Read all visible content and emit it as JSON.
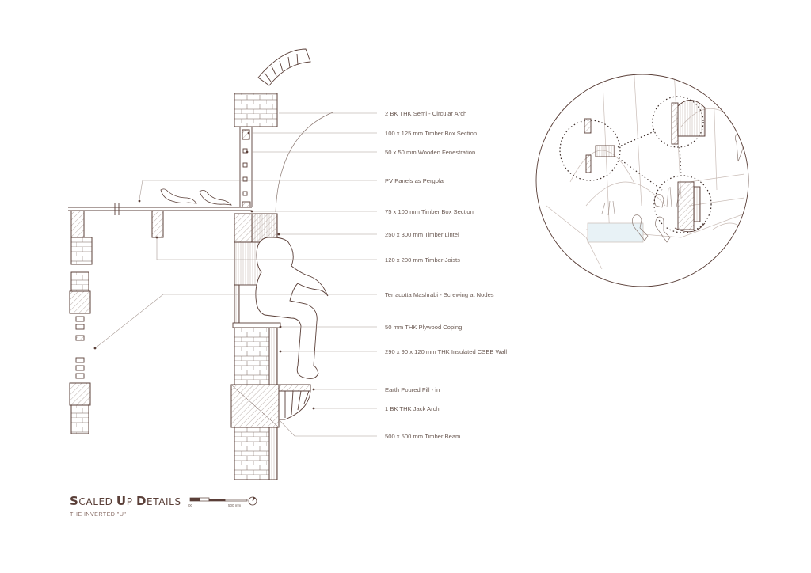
{
  "title": {
    "caps": [
      "S",
      "U",
      "D"
    ],
    "parts": [
      "CALED ",
      "P ",
      "ETAILS"
    ]
  },
  "subtitle": "THE INVERTED \"U\"",
  "scale_bar": {
    "start": "00",
    "end": "500 mm"
  },
  "labels": [
    "2 BK THK Semi - Circular Arch",
    "100 x 125 mm Timber Box Section",
    "50 x 50 mm Wooden Fenestration",
    "PV Panels as Pergola",
    "75 x 100 mm Timber Box Section",
    "250 x 300 mm Timber Lintel",
    "120 x 200 mm Timber Joists",
    "Terracotta Mashrabi - Screwing at Nodes",
    "50 mm THK Plywood Coping",
    "290 x 90 x 120 mm THK Insulated CSEB Wall",
    "Earth Poured Fill - in",
    "1 BK THK Jack Arch",
    "500 x 500 mm Timber Beam"
  ],
  "colors": {
    "line": "#5a3f38",
    "leader": "#a89a94",
    "hatch": "#8c7a73",
    "text": "#6b5a53"
  },
  "icons": [
    "north-arrow-icon",
    "bird-icon",
    "human-figure-icon"
  ]
}
